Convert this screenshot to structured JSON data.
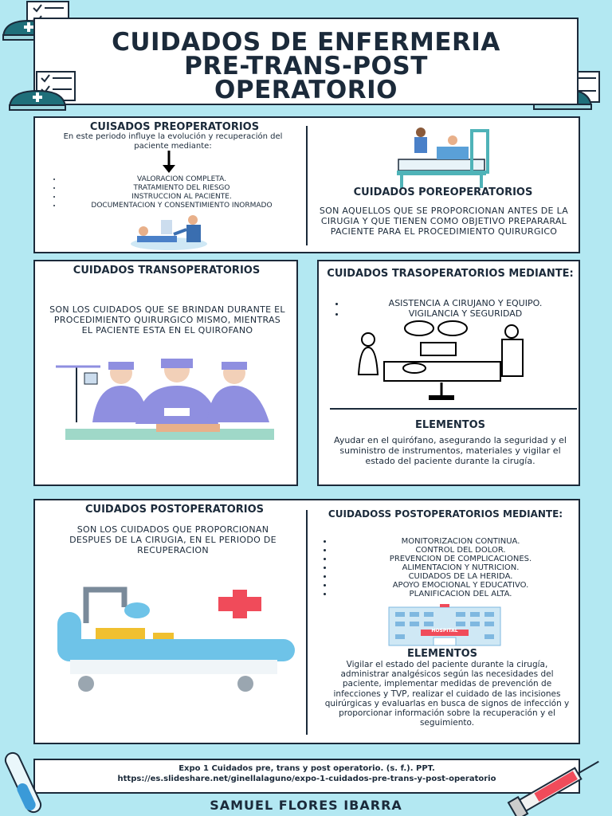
{
  "title": {
    "line1": "CUIDADOS DE ENFERMERIA",
    "line2": "PRE-TRANS-POST",
    "line3": "OPERATORIO"
  },
  "preop": {
    "heading": "CUISADOS  PREOPERATORIOS",
    "intro": "En este periodo influye la evolución y recuperación del paciente mediante:",
    "items": [
      "VALORACION COMPLETA.",
      "TRATAMIENTO DEL RIESGO",
      "INSTRUCCION AL PACIENTE.",
      "DOCUMENTACION Y  CONSENTIMIENTO INORMADO"
    ]
  },
  "poreop": {
    "heading": "CUIDADOS POREOPERATORIOS",
    "text": "SON AQUELLOS QUE SE PROPORCIONAN ANTES DE LA CIRUGIA Y QUE TIENEN COMO OBJETIVO PREPARARAL PACIENTE PARA EL PROCEDIMIENTO QUIRURGICO"
  },
  "transop": {
    "heading": "CUIDADOS TRANSOPERATORIOS",
    "text": "SON LOS CUIDADOS QUE SE BRINDAN DURANTE EL PROCEDIMIENTO QUIRURGICO MISMO, MIENTRAS EL PACIENTE ESTA EN EL QUIROFANO"
  },
  "transop_mediante": {
    "heading": "CUIDADOS TRASOPERATORIOS MEDIANTE:",
    "items": [
      "ASISTENCIA A CIRUJANO Y EQUIPO.",
      "VIGILANCIA Y SEGURIDAD"
    ],
    "elements_heading": "ELEMENTOS",
    "elements_text": "Ayudar en el quirófano, asegurando la seguridad y el suministro de instrumentos, materiales y vigilar el estado del paciente durante la cirugía."
  },
  "postop": {
    "heading": "CUIDADOS POSTOPERATORIOS",
    "text": "SON LOS CUIDADOS QUE PROPORCIONAN DESPUES DE LA CIRUGIA, EN EL PERIODO DE RECUPERACION"
  },
  "postop_mediante": {
    "heading": "CUIDADOSS POSTOPERATORIOS MEDIANTE:",
    "items": [
      "MONITORIZACION CONTINUA.",
      "CONTROL DEL DOLOR.",
      "PREVENCION DE COMPLICACIONES.",
      "ALIMENTACION Y NUTRICION.",
      "CUIDADOS DE LA HERIDA.",
      "APOYO EMOCIONAL Y EDUCATIVO.",
      "PLANIFICACION DEL ALTA."
    ],
    "hospital_sign": "HOSPITAL",
    "elements_heading": "ELEMENTOS",
    "elements_text": "Vigilar el estado del paciente durante la cirugía, administrar analgésicos según las necesidades del paciente, implementar medidas de prevención de infecciones y TVP, realizar el cuidado de las incisiones quirúrgicas y evaluarlas en busca de signos de infección y proporcionar información sobre la recuperación y el seguimiento."
  },
  "reference": {
    "line1": "Expo 1 Cuidados pre, trans y post operatorio. (s. f.). PPT.",
    "line2": "https://es.slideshare.net/ginellalaguno/expo-1-cuidados-pre-trans-y-post-operatorio"
  },
  "author": "SAMUEL FLORES IBARRA",
  "colors": {
    "background": "#b3e8f2",
    "text": "#1b2a3a",
    "teal": "#1f6f7a",
    "scrub": "#8f8fe0",
    "bed": "#6ec3e8",
    "cross": "#f04b5a"
  }
}
